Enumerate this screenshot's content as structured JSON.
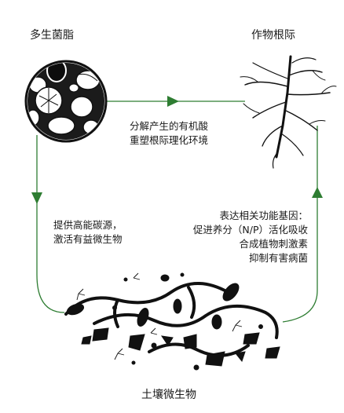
{
  "nodes": {
    "multispecies_biofilm": "多生菌脂",
    "crop_roots": "作物根际",
    "soil_microbes": "土壤微生物"
  },
  "edges": {
    "top": {
      "line1": "分解产生的有机酸",
      "line2": "重塑根际理化环境"
    },
    "left": {
      "line1": "提供高能碳源，",
      "line2": "激活有益微生物"
    },
    "right": {
      "line1": "表达相关功能基因：",
      "line2": "促进养分（N/P）活化吸收",
      "line3": "合成植物刺激素",
      "line4": "抑制有害病菌"
    }
  },
  "colors": {
    "arrow": "#2e7d32",
    "ink": "#1a1a1a"
  }
}
